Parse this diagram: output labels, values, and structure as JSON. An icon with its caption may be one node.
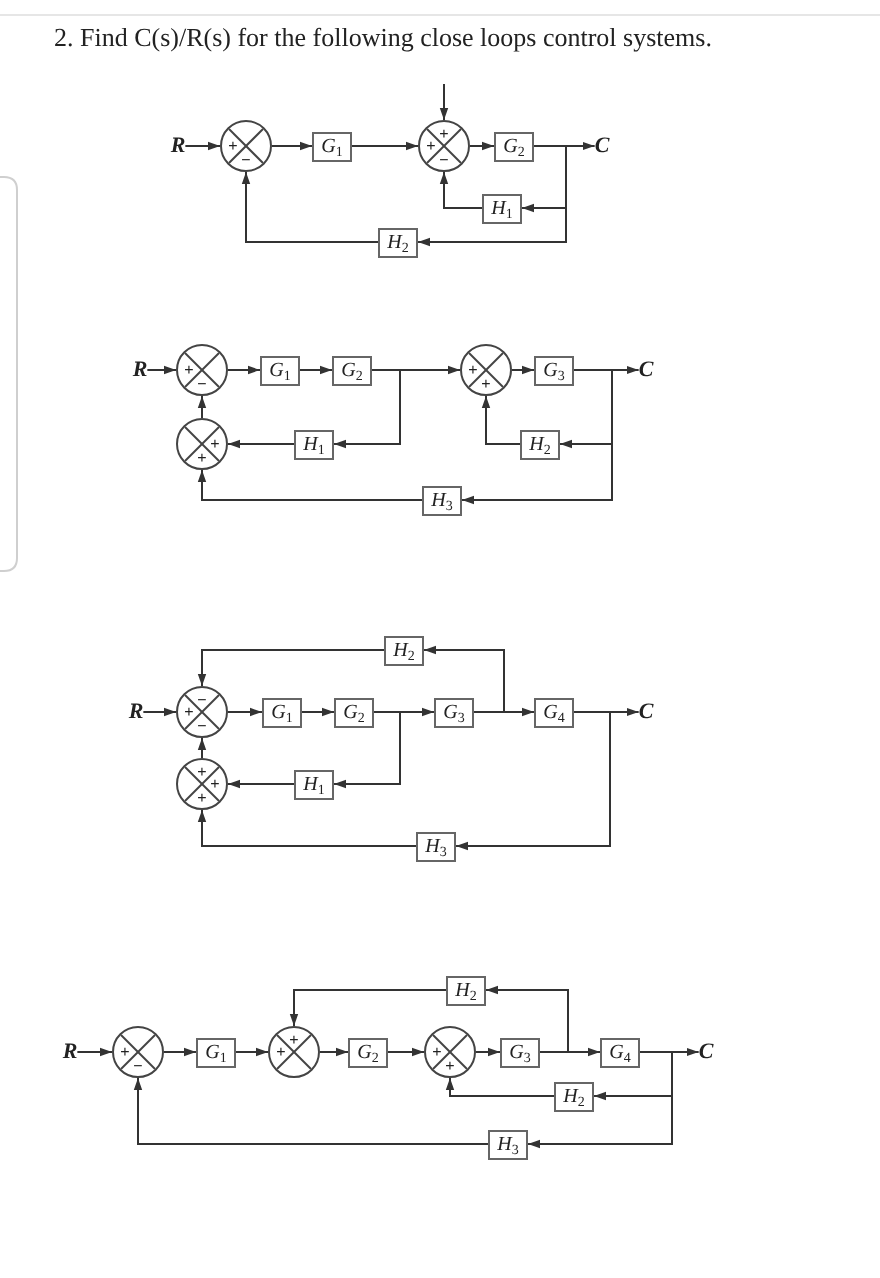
{
  "diagram": {
    "title": "2. Find C(s)/R(s) for the following close loops control systems.",
    "nodes": [
      {
        "text": [
          "R"
        ]
      },
      {
        "text": [
          "+",
          "−"
        ]
      },
      {
        "text": [
          "G$_{1}$"
        ]
      },
      {
        "text": [
          "+",
          "+",
          "−"
        ]
      },
      {
        "text": [
          "G$_{2}$"
        ]
      },
      {
        "text": [
          "C"
        ]
      },
      {
        "text": [
          "H$_{1}$"
        ]
      },
      {
        "text": [
          "H$_{2}$"
        ]
      },
      {
        "text": [
          "R"
        ]
      },
      {
        "text": [
          "+",
          "−"
        ]
      },
      {
        "text": [
          "G$_{1}$"
        ]
      },
      {
        "text": [
          "G$_{2}$"
        ]
      },
      {
        "text": [
          "+",
          "+"
        ]
      },
      {
        "text": [
          "G$_{3}$"
        ]
      },
      {
        "text": [
          "C"
        ]
      },
      {
        "text": [
          "+",
          "+"
        ]
      },
      {
        "text": [
          "H$_{1}$"
        ]
      },
      {
        "text": [
          "H$_{2}$"
        ]
      },
      {
        "text": [
          "H$_{3}$"
        ]
      },
      {
        "text": [
          "H$_{2}$"
        ]
      },
      {
        "text": [
          "R"
        ]
      },
      {
        "text": [
          "−",
          "+",
          "−"
        ]
      },
      {
        "text": [
          "G$_{1}$"
        ]
      },
      {
        "text": [
          "G$_{2}$"
        ]
      },
      {
        "text": [
          "G$_{3}$"
        ]
      },
      {
        "text": [
          "G$_{4}$"
        ]
      },
      {
        "text": [
          "C"
        ]
      },
      {
        "text": [
          "+",
          "+",
          "+"
        ]
      },
      {
        "text": [
          "H$_{1}$"
        ]
      },
      {
        "text": [
          "H$_{3}$"
        ]
      },
      {
        "text": [
          "H$_{2}$"
        ]
      },
      {
        "text": [
          "R"
        ]
      },
      {
        "text": [
          "+",
          "−"
        ]
      },
      {
        "text": [
          "G$_{1}$"
        ]
      },
      {
        "text": [
          "+",
          "+"
        ]
      },
      {
        "text": [
          "G$_{2}$"
        ]
      },
      {
        "text": [
          "+",
          "+"
        ]
      },
      {
        "text": [
          "G$_{3}$"
        ]
      },
      {
        "text": [
          "G$_{4}$"
        ]
      },
      {
        "text": [
          "C"
        ]
      },
      {
        "text": [
          "H$_{2}$"
        ]
      },
      {
        "text": [
          "H$_{3}$"
        ]
      }
    ],
    "edges": [
      {
        "from": 0,
        "to": 1,
        "arrow": "to"
      },
      {
        "from": 1,
        "to": 2,
        "arrow": "to"
      },
      {
        "from": 2,
        "to": 3,
        "arrow": "to"
      },
      {
        "from": null,
        "to": 3,
        "arrow": "to"
      },
      {
        "from": 3,
        "to": 4,
        "arrow": "to"
      },
      {
        "from": 4,
        "to": 5,
        "arrow": "to"
      },
      {
        "from": 4,
        "to": 6,
        "arrow": "to"
      },
      {
        "from": 6,
        "to": 3,
        "arrow": "to"
      },
      {
        "from": 4,
        "to": 7,
        "arrow": "to"
      },
      {
        "from": 7,
        "to": 1,
        "arrow": "to"
      },
      {
        "from": 8,
        "to": 9,
        "arrow": "to"
      },
      {
        "from": 9,
        "to": 10,
        "arrow": "to"
      },
      {
        "from": 10,
        "to": 11,
        "arrow": "to"
      },
      {
        "from": 11,
        "to": 12,
        "arrow": "to"
      },
      {
        "from": 12,
        "to": 13,
        "arrow": "to"
      },
      {
        "from": 13,
        "to": 14,
        "arrow": "to"
      },
      {
        "from": 11,
        "to": 16,
        "arrow": "to"
      },
      {
        "from": 16,
        "to": 15,
        "arrow": "to"
      },
      {
        "from": 13,
        "to": 17,
        "arrow": "to"
      },
      {
        "from": 17,
        "to": 12,
        "arrow": "to"
      },
      {
        "from": 13,
        "to": 18,
        "arrow": "to"
      },
      {
        "from": 18,
        "to": 15,
        "arrow": "to"
      },
      {
        "from": 15,
        "to": 9,
        "arrow": "to"
      },
      {
        "from": 20,
        "to": 21,
        "arrow": "to"
      },
      {
        "from": 21,
        "to": 22,
        "arrow": "to"
      },
      {
        "from": 22,
        "to": 23,
        "arrow": "to"
      },
      {
        "from": 23,
        "to": 24,
        "arrow": "to"
      },
      {
        "from": 24,
        "to": 25,
        "arrow": "to"
      },
      {
        "from": 25,
        "to": 26,
        "arrow": "to"
      },
      {
        "from": 24,
        "to": 19,
        "arrow": "to"
      },
      {
        "from": 19,
        "to": 21,
        "arrow": "to"
      },
      {
        "from": 23,
        "to": 28,
        "arrow": "to"
      },
      {
        "from": 28,
        "to": 27,
        "arrow": "to"
      },
      {
        "from": 25,
        "to": 29,
        "arrow": "to"
      },
      {
        "from": 29,
        "to": 27,
        "arrow": "to"
      },
      {
        "from": 27,
        "to": 21,
        "arrow": "to"
      },
      {
        "from": 31,
        "to": 32,
        "arrow": "to"
      },
      {
        "from": 32,
        "to": 33,
        "arrow": "to"
      },
      {
        "from": 33,
        "to": 34,
        "arrow": "to"
      },
      {
        "from": 34,
        "to": 35,
        "arrow": "to"
      },
      {
        "from": 35,
        "to": 36,
        "arrow": "to"
      },
      {
        "from": 36,
        "to": 37,
        "arrow": "to"
      },
      {
        "from": 37,
        "to": 38,
        "arrow": "to"
      },
      {
        "from": 38,
        "to": 39,
        "arrow": "to"
      },
      {
        "from": 37,
        "to": 30,
        "arrow": "to"
      },
      {
        "from": 30,
        "to": 34,
        "arrow": "to"
      },
      {
        "from": 38,
        "to": 40,
        "arrow": "to"
      },
      {
        "from": 40,
        "to": 36,
        "arrow": "to"
      },
      {
        "from": 38,
        "to": 41,
        "arrow": "to"
      },
      {
        "from": 41,
        "to": 32,
        "arrow": "to"
      }
    ]
  }
}
